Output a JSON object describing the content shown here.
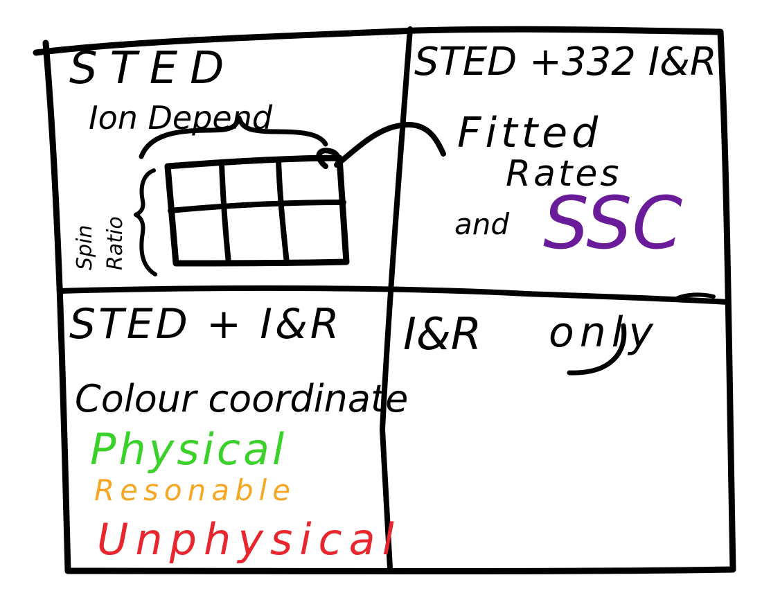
{
  "quadrants": {
    "top_left": {
      "title": "STED",
      "subtitle": "Ion Depend",
      "side_label_top": "Spin",
      "side_label_bottom": "Ratio"
    },
    "top_right": {
      "title": "STED +332 I&R",
      "line1": "Fitted",
      "line2": "Rates",
      "line3": "and",
      "highlight": "SSC"
    },
    "bottom_left": {
      "title": "STED + I&R",
      "line1": "Colour coordinate",
      "legend": [
        {
          "label": "Physical",
          "color": "#3ad12a"
        },
        {
          "label": "Resonable",
          "color": "#f5a623"
        },
        {
          "label": "Unphysical",
          "color": "#e8262e"
        }
      ]
    },
    "bottom_right": {
      "title": "I&R",
      "suffix": "only"
    }
  },
  "colors": {
    "ink": "#000000",
    "ssc": "#6a1b9a",
    "background": "#ffffff"
  }
}
